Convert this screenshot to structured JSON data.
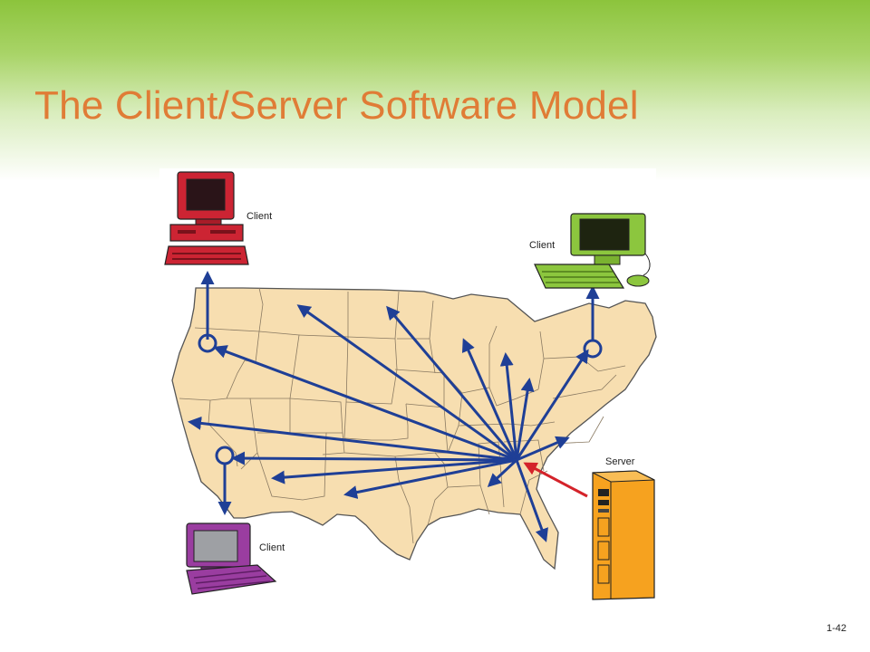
{
  "slide": {
    "title": "The Client/Server Software Model",
    "page_number": "1-42"
  },
  "diagram": {
    "labels": {
      "client_top_left": "Client",
      "client_top_right": "Client",
      "client_bottom_left": "Client",
      "server": "Server"
    },
    "colors": {
      "title": "#e07c36",
      "map_fill": "#f7deb0",
      "arrow": "#1f3f96",
      "server_arrow": "#d4232a",
      "client_red": "#cc2433",
      "client_green": "#8cc63e",
      "client_purple": "#9a3da0",
      "server_orange": "#f6a21f"
    }
  }
}
